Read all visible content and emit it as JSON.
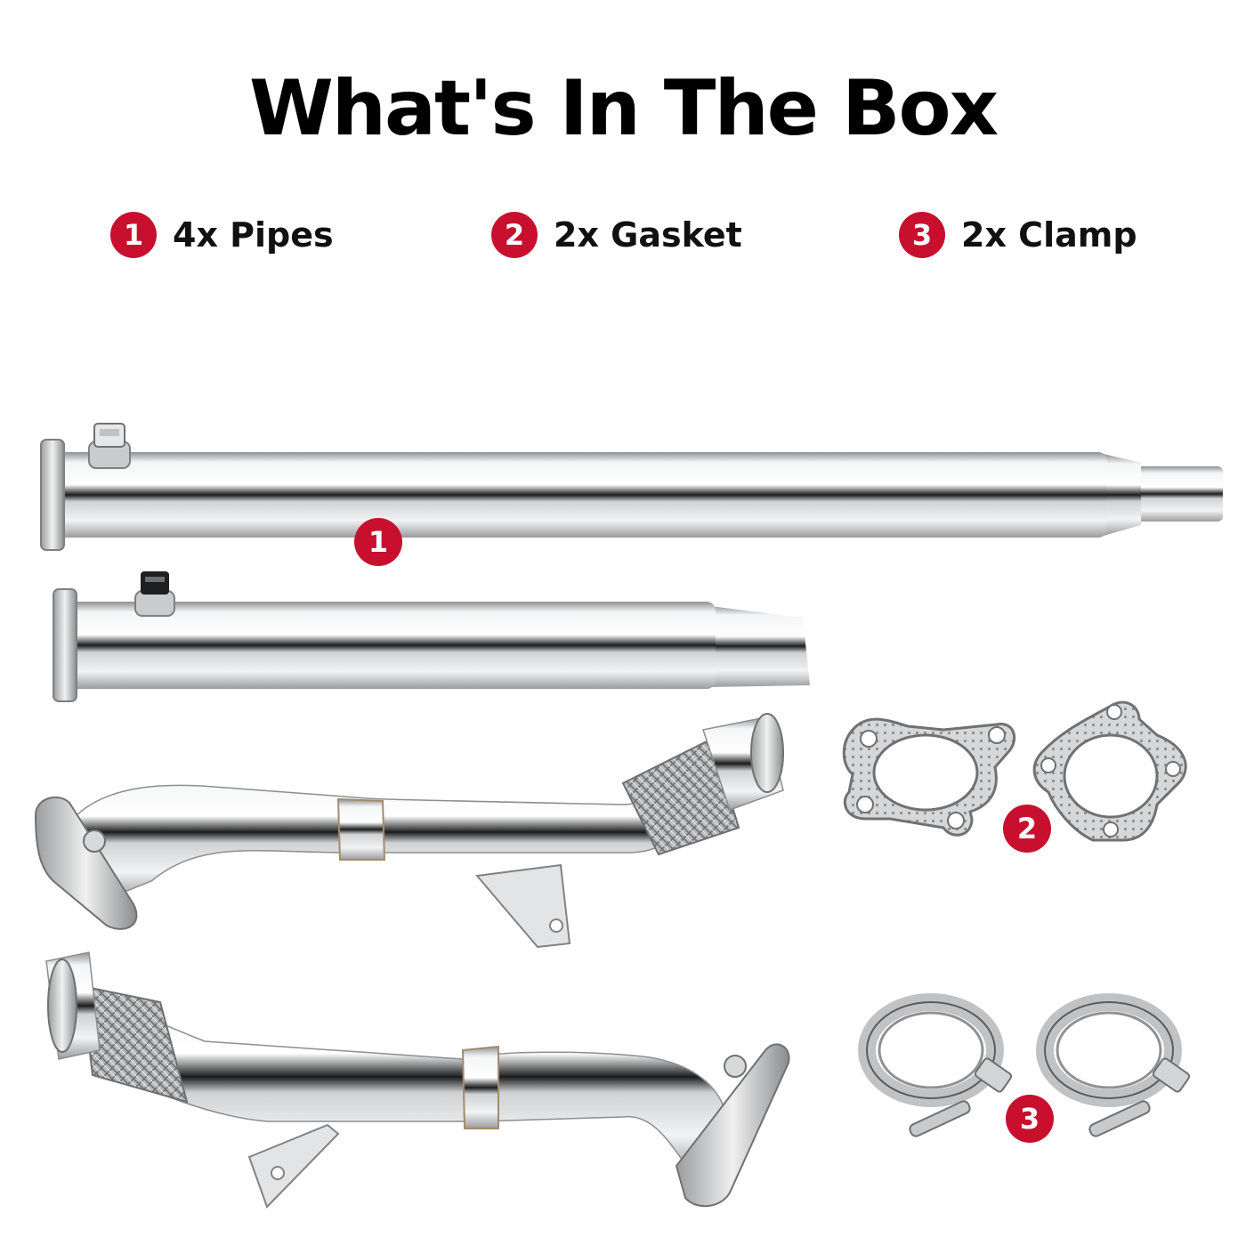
{
  "header": {
    "title": "What's In The Box"
  },
  "legend": [
    {
      "number": "1",
      "label": "4x Pipes"
    },
    {
      "number": "2",
      "label": "2x Gasket"
    },
    {
      "number": "3",
      "label": "2x Clamp"
    }
  ],
  "markers": {
    "pipes": "1",
    "gaskets": "2",
    "clamps": "3"
  },
  "colors": {
    "accent": "#c8102e",
    "steel": "#d9dadc",
    "text": "#111111"
  }
}
